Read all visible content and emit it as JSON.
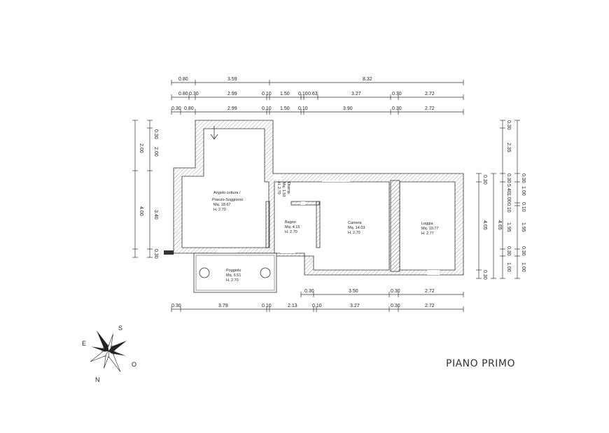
{
  "title": "PIANO PRIMO",
  "top_dims": {
    "row1": [
      "0.80",
      "3.59",
      "8.32"
    ],
    "row2": [
      "0.80",
      "0.30",
      "2.99",
      "0.10",
      "1.50",
      "0.10",
      "0.63",
      "3.27",
      "0.30",
      "2.72"
    ],
    "row3": [
      "0.30",
      "0.80",
      "2.99",
      "0.10",
      "1.50",
      "0.10",
      "3.90",
      "0.30",
      "2.72"
    ]
  },
  "bottom_dims": {
    "row1": [
      "0.30",
      "3.50",
      "0.30",
      "2.72"
    ],
    "row2": [
      "0.30",
      "3.79",
      "0.10",
      "2.13",
      "0.10",
      "3.27",
      "0.30",
      "2.72"
    ]
  },
  "left_dims": {
    "outer": [
      "0.30",
      "2.00",
      "4.00",
      "0.30"
    ],
    "inner": [
      "2.00",
      "3.40"
    ]
  },
  "right_dims": {
    "inner_a": [
      "0.30",
      "4.05",
      "0.30"
    ],
    "inner_b": [
      "4.65"
    ],
    "outer_a": [
      "0.30",
      "2.35",
      "0.30",
      "5.40",
      "1.00",
      "0.10",
      "1.95",
      "0.30",
      "1.00"
    ],
    "outer_b": [
      "0.30",
      "1.00",
      "0.10",
      "1.95",
      "0.30",
      "1.00"
    ]
  },
  "rooms": {
    "kitchen": {
      "name": "Angolo cottura /",
      "name2": "Pranzo-Soggiorno",
      "mq": "Mq.  18.67",
      "h": "H.    2.70"
    },
    "bagno": {
      "name": "Bagno",
      "mq": "Mq.  4.15",
      "h": "H.    2.70"
    },
    "camera": {
      "name": "Camera",
      "mq": "Mq.  14.03",
      "h": "H.    2.70"
    },
    "loggia": {
      "name": "Loggia",
      "mq": "Mq.  10.77",
      "h": "H.    2.77"
    },
    "poggiolo": {
      "name": "Poggiolo",
      "mq": "Mq.  6.51",
      "h": "H.    2.70"
    },
    "disimpegno": {
      "name": "Disimp.",
      "mq": "Mq.  1.50",
      "h": "H.    2.70"
    }
  },
  "compass": {
    "s": "S",
    "e": "E",
    "o": "O",
    "n": "N"
  }
}
